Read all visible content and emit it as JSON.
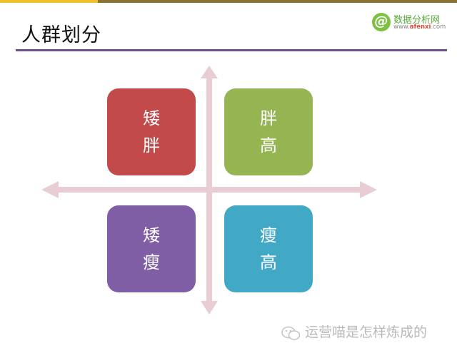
{
  "header": {
    "title": "人群划分",
    "bar_colors": {
      "left": "#f2c02e",
      "right": "#8a7336"
    },
    "rule_color": "#6d4f8c"
  },
  "logo": {
    "icon_glyph": "@",
    "name": "数据分析网",
    "url_prefix": "www.",
    "url_brand": "afenxi",
    "url_suffix": ".com"
  },
  "quadrants": [
    {
      "position": "top-left",
      "line1": "矮",
      "line2": "胖",
      "color": "#c24a4a"
    },
    {
      "position": "top-right",
      "line1": "胖",
      "line2": "高",
      "color": "#95b553"
    },
    {
      "position": "bottom-left",
      "line1": "矮",
      "line2": "瘦",
      "color": "#7f5ea6"
    },
    {
      "position": "bottom-right",
      "line1": "瘦",
      "line2": "高",
      "color": "#41a8c6"
    }
  ],
  "axes": {
    "color": "#e8cdd4"
  },
  "footer": {
    "icon": "wechat-icon",
    "text": "运营喵是怎样炼成的"
  }
}
